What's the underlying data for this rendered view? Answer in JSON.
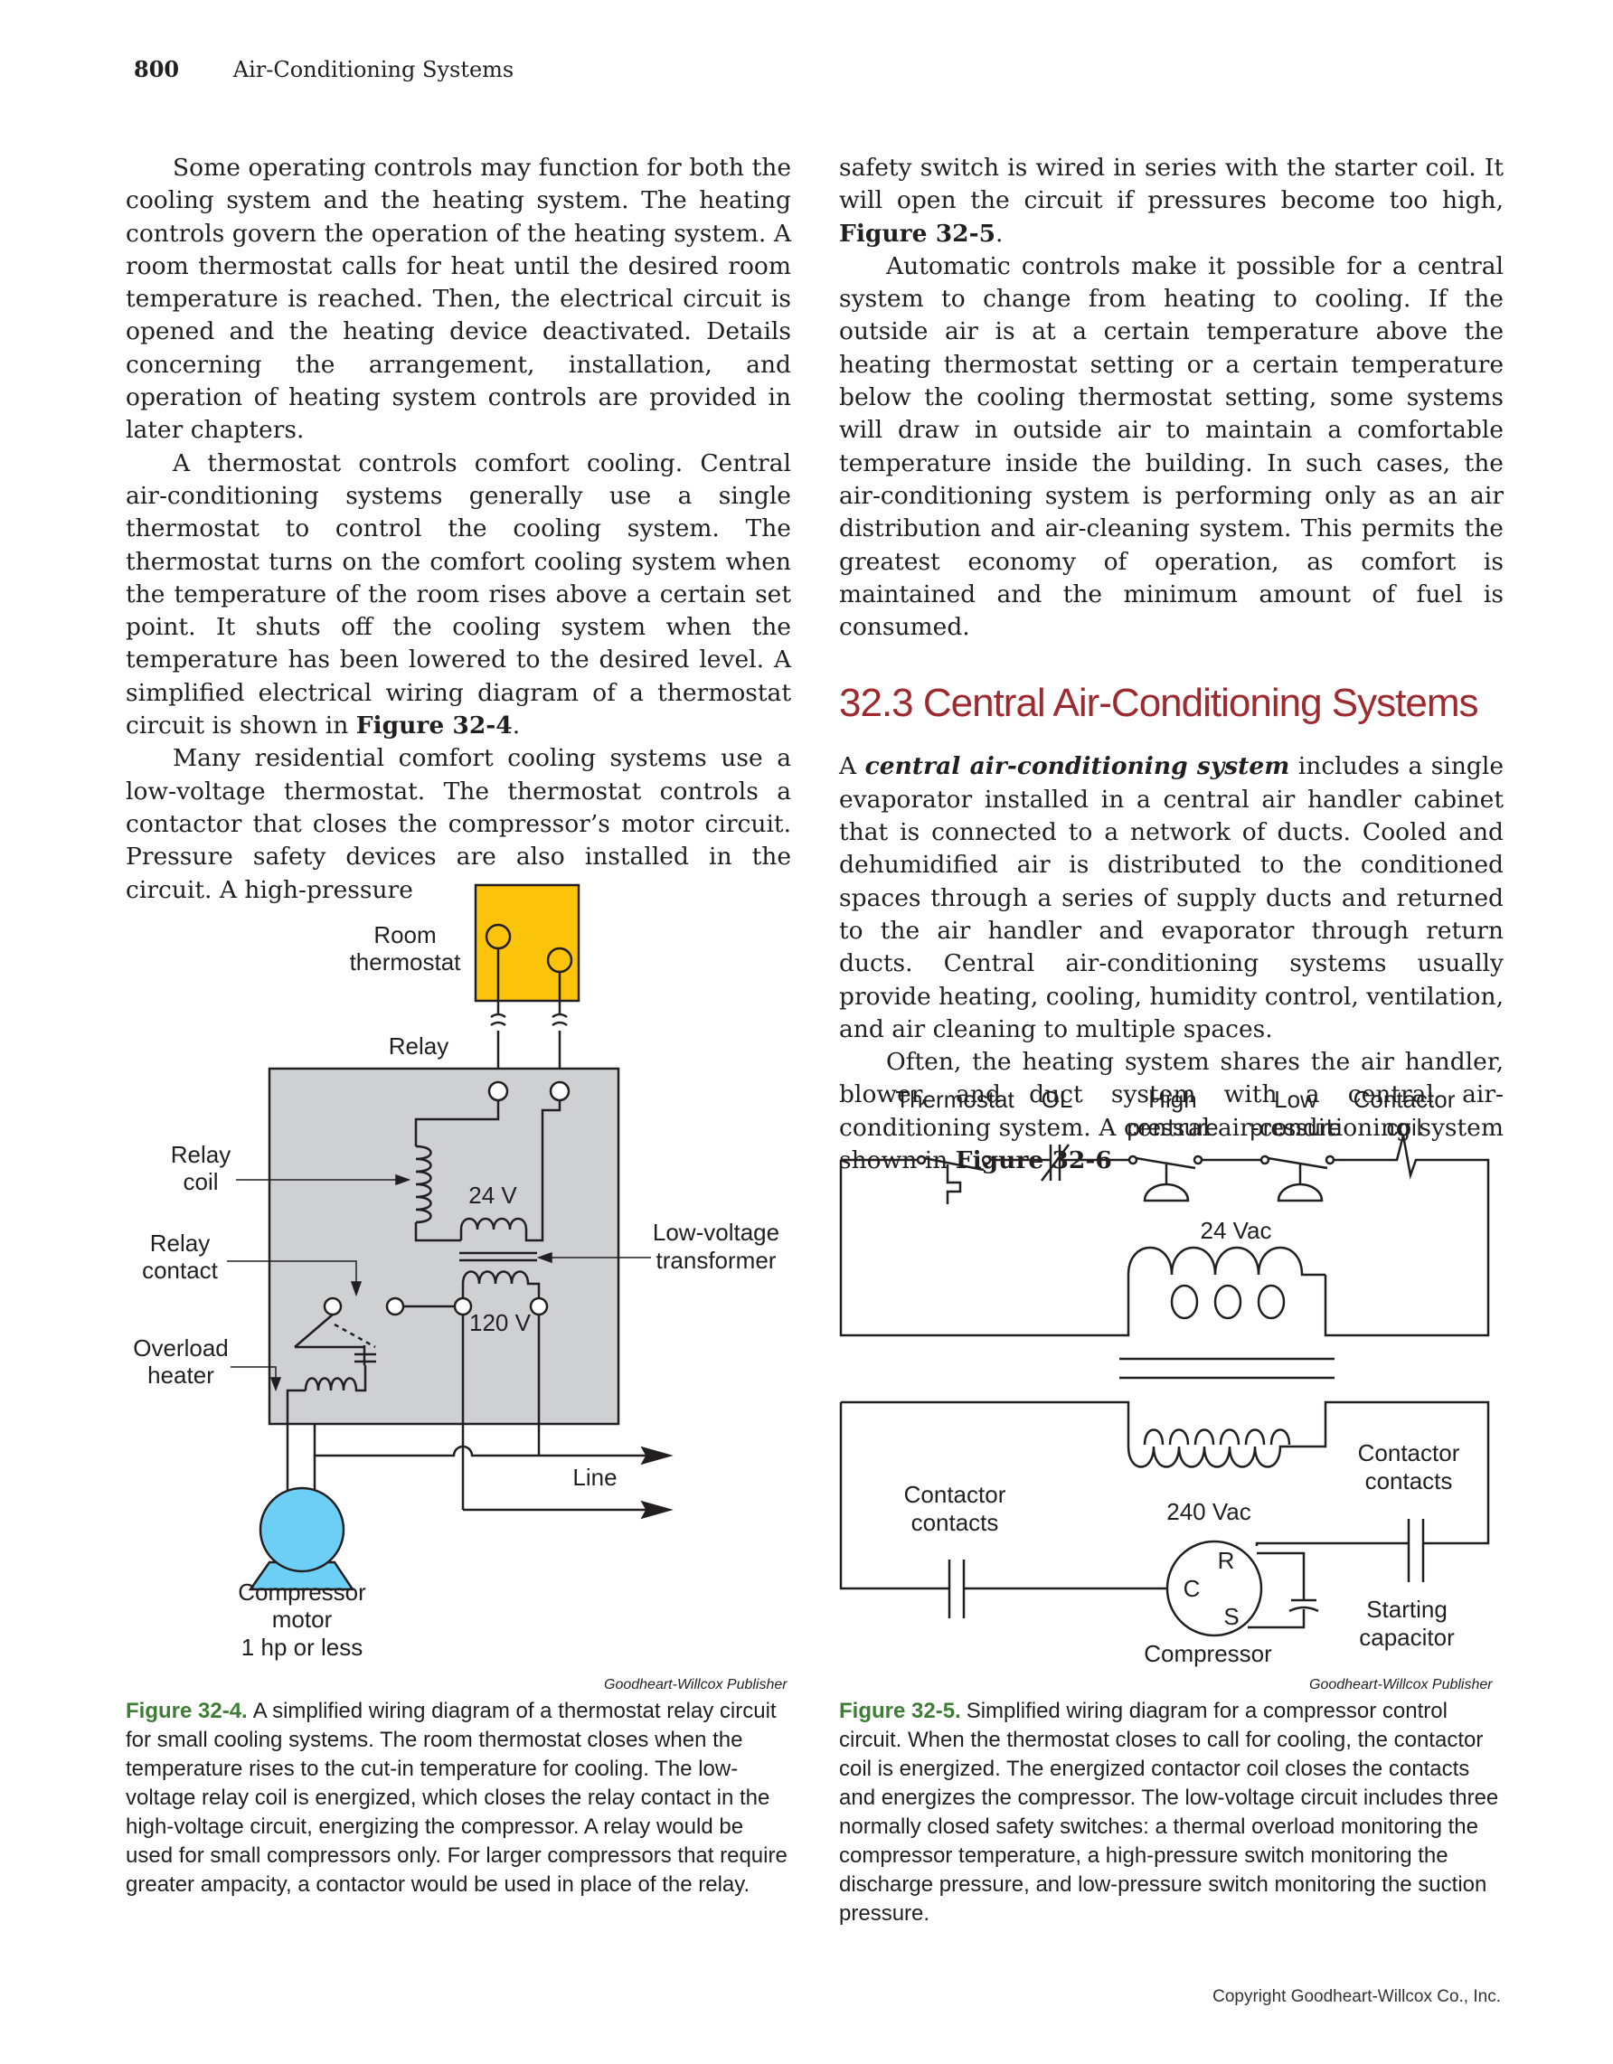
{
  "header": {
    "page_number": "800",
    "chapter_title": "Air-Conditioning Systems"
  },
  "left_column": {
    "p1": "Some operating controls may function for both the cooling system and the heating system. The heating controls govern the operation of the heating system. A room thermostat calls for heat until the desired room temperature is reached. Then, the electrical circuit is opened and the heating device deactivated. Details concerning the arrangement, installation, and operation of heating system controls are provided in later chapters.",
    "p2_text": "A thermostat controls comfort cooling. Central air-conditioning systems generally use a single thermostat to control the cooling system. The thermostat turns on the comfort cooling system when the temperature of the room rises above a certain set point. It shuts off the cooling system when the temperature has been lowered to the desired level. A simplified electrical wiring diagram of a thermostat circuit is shown in ",
    "p2_ref": "Figure 32-4",
    "p2_end": ".",
    "p3": "Many residential comfort cooling systems use a low-voltage thermostat. The thermostat controls a contactor that closes the compressor’s motor circuit. Pressure safety devices are also installed in the circuit. A high-pressure"
  },
  "right_column": {
    "p1_text": "safety switch is wired in series with the starter coil. It will open the circuit if pressures become too high, ",
    "p1_ref": "Figure 32-5",
    "p1_end": ".",
    "p2": "Automatic controls make it possible for a central system to change from heating to cooling. If the outside air is at a certain temperature above the heating thermostat setting or a certain temperature below the cooling thermostat setting, some systems will draw in outside air to maintain a comfortable temperature inside the building. In such cases, the air-conditioning system is performing only as an air distribution and air-cleaning system. This permits the greatest economy of operation, as comfort is maintained and the minimum amount of fuel is consumed.",
    "heading": "32.3 Central Air-Conditioning Systems",
    "p3_a": "A ",
    "p3_term": "central air-conditioning system",
    "p3_b": " includes a single evaporator installed in a central air handler cabinet that is connected to a network of ducts. Cooled and dehumidified air is distributed to the conditioned spaces through a series of supply ducts and returned to the air handler and evaporator through return ducts. Central air-conditioning systems usually provide heating, cooling, humidity control, ventilation, and air cleaning to multiple spaces.",
    "p4_text": "Often, the heating system shares the air handler, blower, and duct system with a central air-conditioning system. A central air-conditioning system shown in ",
    "p4_ref": "Figure 32-6"
  },
  "figure_32_4": {
    "labels": {
      "room": "Room",
      "thermostat": "thermostat",
      "relay": "Relay",
      "relay_coil_1": "Relay",
      "relay_coil_2": "coil",
      "relay_contact_1": "Relay",
      "relay_contact_2": "contact",
      "overload_1": "Overload",
      "overload_2": "heater",
      "v24": "24 V",
      "v120": "120 V",
      "lvt_1": "Low-voltage",
      "lvt_2": "transformer",
      "line": "Line",
      "motor_1": "Compressor",
      "motor_2": "motor",
      "motor_3": "1 hp or less"
    },
    "credit": "Goodheart-Willcox Publisher",
    "caption_label": "Figure 32-4.",
    "caption_text": "A simplified wiring diagram of a thermostat relay circuit for small cooling systems. The room thermostat closes when the temperature rises to the cut-in temperature for cooling. The low-voltage relay coil is energized, which closes the relay contact in the high-voltage circuit, energizing the compressor. A relay would be used for small compressors only. For larger compressors that require greater ampacity, a contactor would be used in place of the relay.",
    "colors": {
      "thermostat": "#fcc30b",
      "relay_box": "#cfd0d2",
      "motor": "#6dcff6"
    }
  },
  "figure_32_5": {
    "labels": {
      "thermostat": "Thermostat",
      "ol": "OL",
      "high_1": "High",
      "high_2": "pressure",
      "low_1": "Low",
      "low_2": "pressure",
      "cc_1": "Contactor",
      "cc_2": "coil",
      "vac24": "24 Vac",
      "vac240": "240 Vac",
      "contacts_l1": "Contactor",
      "contacts_l2": "contacts",
      "contacts_r1": "Contactor",
      "contacts_r2": "contacts",
      "r": "R",
      "c": "C",
      "s": "S",
      "compressor": "Compressor",
      "starting_1": "Starting",
      "starting_2": "capacitor"
    },
    "credit": "Goodheart-Willcox Publisher",
    "caption_label": "Figure 32-5.",
    "caption_text": "Simplified wiring diagram for a compressor control circuit. When the thermostat closes to call for cooling, the contactor coil is energized. The energized contactor coil closes the contacts and energizes the compressor. The low-voltage circuit includes three normally closed safety switches: a thermal overload monitoring the compressor temperature, a high-pressure switch monitoring the discharge pressure, and low-pressure switch monitoring the suction pressure."
  },
  "footer": {
    "copyright": "Copyright Goodheart-Willcox Co., Inc."
  },
  "colors": {
    "heading": "#9e2a2f",
    "caption_label": "#3f7d36"
  }
}
